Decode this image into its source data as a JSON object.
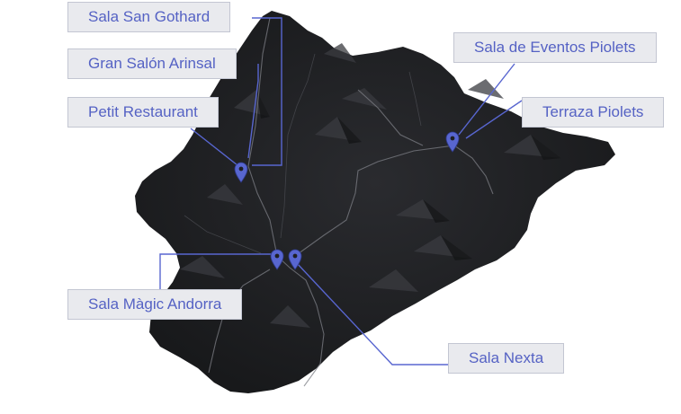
{
  "map": {
    "region": "Andorra",
    "accent_color": "#5866d0",
    "terrain_color": "#1f2023",
    "pin_icon": "location-pin-icon"
  },
  "venues": [
    {
      "id": "sala-san-gothard",
      "label": "Sala San Gothard"
    },
    {
      "id": "gran-salon-arinsal",
      "label": "Gran Salón Arinsal"
    },
    {
      "id": "petit-restaurant",
      "label": "Petit Restaurant"
    },
    {
      "id": "sala-de-eventos-piolets",
      "label": "Sala de Eventos Piolets"
    },
    {
      "id": "terraza-piolets",
      "label": "Terraza Piolets"
    },
    {
      "id": "sala-magic-andorra",
      "label": "Sala Màgic Andorra"
    },
    {
      "id": "sala-nexta",
      "label": "Sala Nexta"
    }
  ]
}
